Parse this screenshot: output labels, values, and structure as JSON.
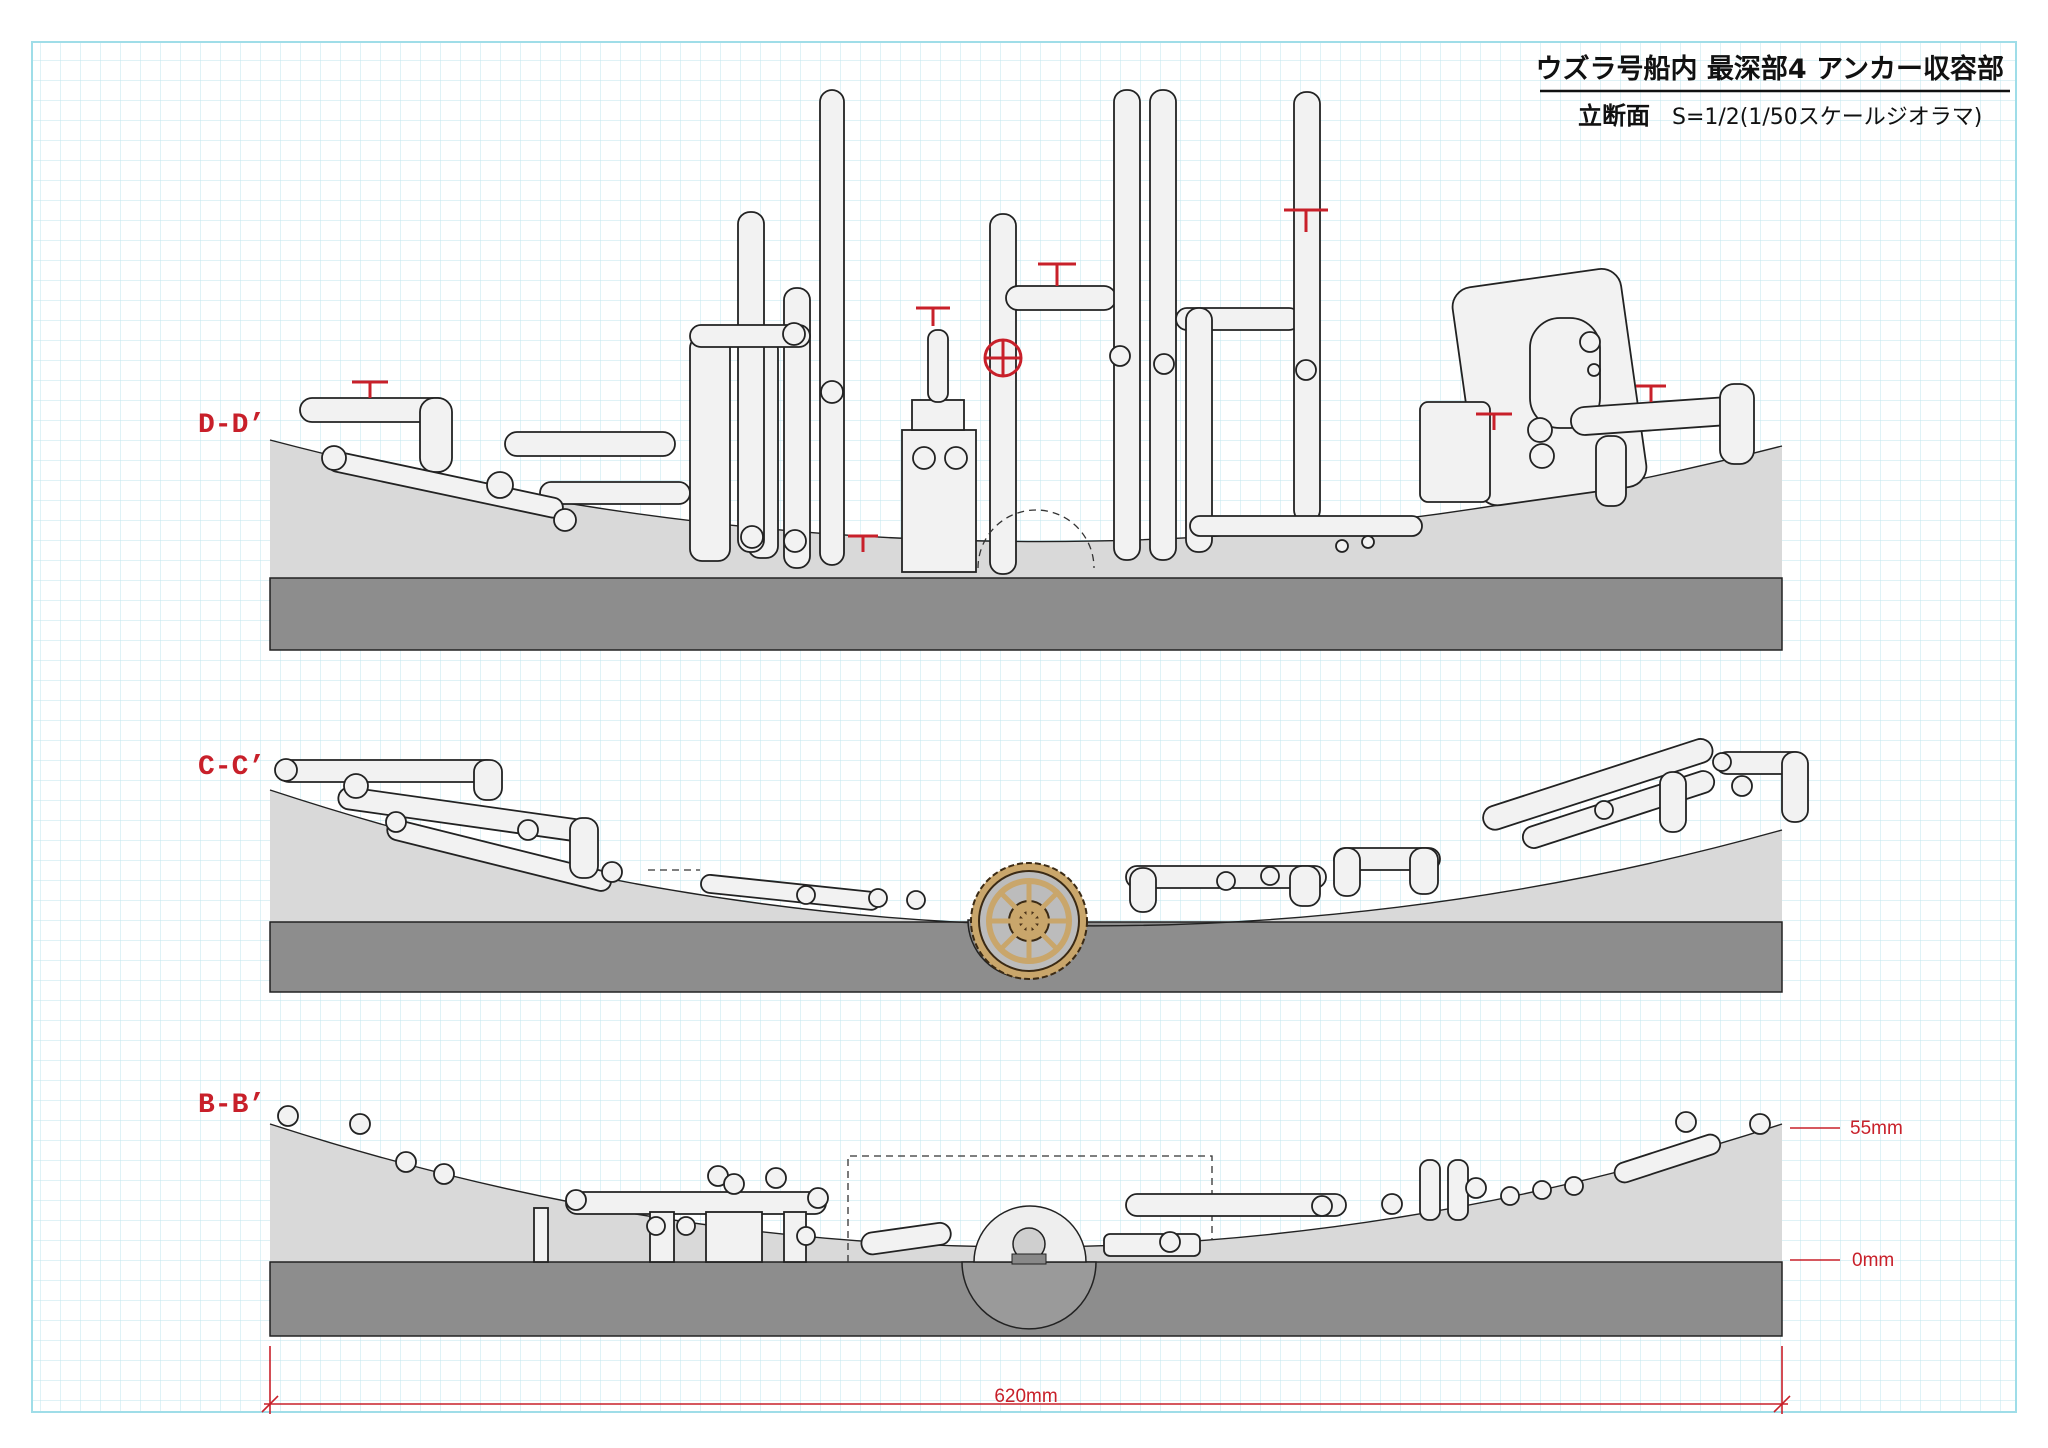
{
  "title": {
    "main": "ウズラ号船内 最深部4 アンカー収容部",
    "sub_kind": "立断面",
    "sub_scale": "S=1/2(1/50スケールジオラマ)"
  },
  "sections": {
    "dd": "D-D’",
    "cc": "C-C’",
    "bb": "B-B’"
  },
  "dimensions": {
    "top_level": "55mm",
    "base_level": "0mm",
    "width": "620mm"
  },
  "colors": {
    "grid": "#bfe6ee",
    "accent_red": "#c8202a",
    "hull_light": "#d9d9d9",
    "hull_dark": "#8d8d8d",
    "gear": "#c9a66b"
  }
}
